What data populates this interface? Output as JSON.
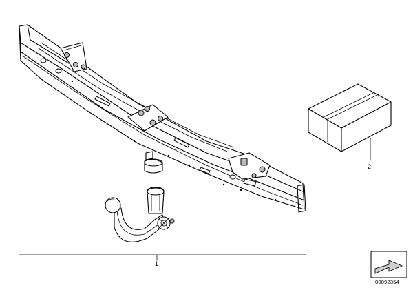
{
  "callouts": [
    {
      "id": "1",
      "text": "1"
    },
    {
      "id": "2",
      "text": "2"
    }
  ],
  "document_number": "00092354",
  "icons": {
    "navigation": "arrow-navigation-icon"
  },
  "colors": {
    "line": "#000000",
    "background": "#ffffff"
  }
}
